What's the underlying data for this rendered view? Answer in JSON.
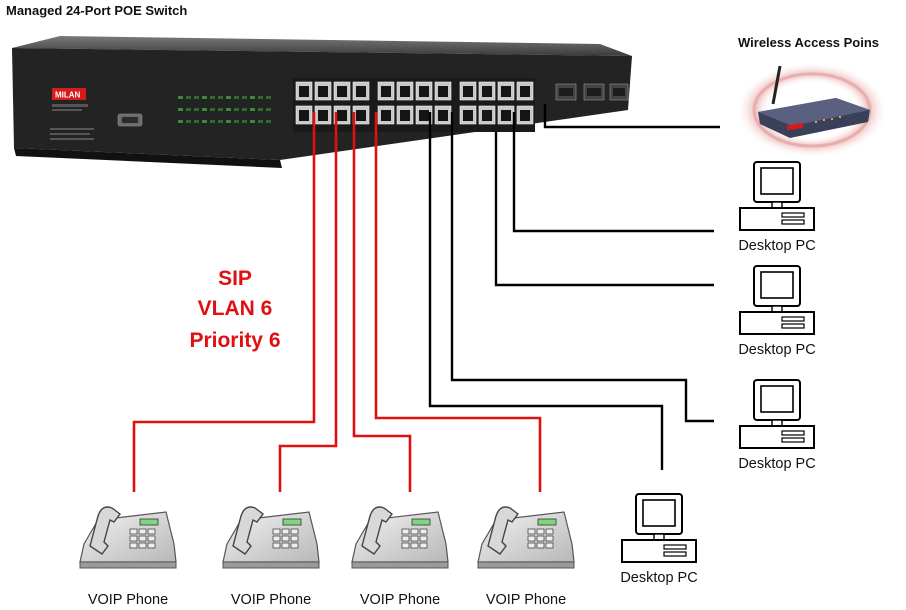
{
  "title": "Managed 24-Port POE Switch",
  "access_point_label": "Wireless Access Poins",
  "switch": {
    "brand": "MILAN"
  },
  "vlan_annotation": {
    "line1": "SIP",
    "line2": "VLAN 6",
    "line3": "Priority 6"
  },
  "colors": {
    "sip_link": "#e01010",
    "data_link": "#000000",
    "vlan_text": "#e01010"
  },
  "desktops": [
    {
      "label": "Desktop PC"
    },
    {
      "label": "Desktop PC"
    },
    {
      "label": "Desktop PC"
    },
    {
      "label": "Desktop PC"
    }
  ],
  "phones": [
    {
      "label": "VOIP Phone"
    },
    {
      "label": "VOIP Phone"
    },
    {
      "label": "VOIP Phone"
    },
    {
      "label": "VOIP Phone"
    }
  ]
}
